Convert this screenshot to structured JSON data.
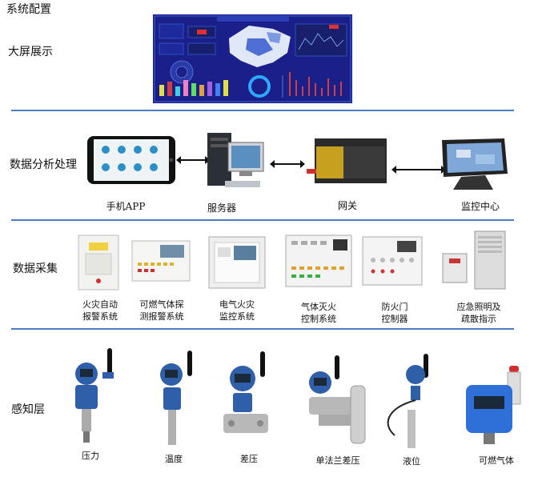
{
  "title": "系统配置",
  "layers": {
    "display": {
      "label": "大屏展示"
    },
    "analysis": {
      "label": "数据分析处理",
      "devices": [
        "手机APP",
        "服务器",
        "网关",
        "监控中心"
      ]
    },
    "collection": {
      "label": "数据采集",
      "devices": [
        [
          "火灾自动",
          "报警系统"
        ],
        [
          "可燃气体探",
          "测报警系统"
        ],
        [
          "电气火灾",
          "监控系统"
        ],
        [
          "气体灭火",
          "控制系统"
        ],
        [
          "防火门",
          "控制器"
        ],
        [
          "应急照明及",
          "疏散指示"
        ]
      ]
    },
    "sensing": {
      "label": "感知层",
      "devices": [
        "压力",
        "温度",
        "差压",
        "单法兰差压",
        "液位",
        "可燃气体"
      ]
    }
  },
  "colors": {
    "divider": "#4f7bc4",
    "screen": "#1b1f8a"
  }
}
